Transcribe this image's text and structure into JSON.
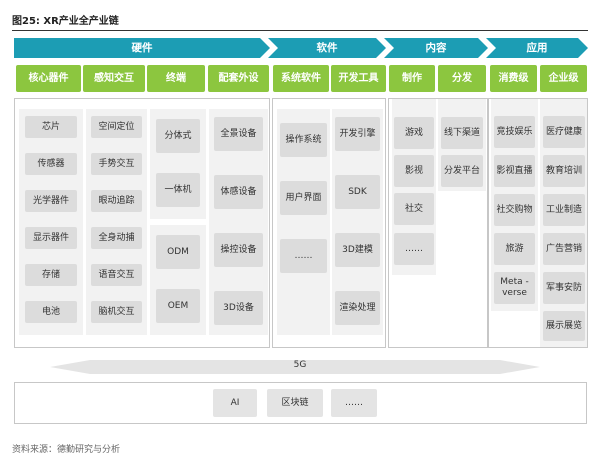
{
  "figure": {
    "title": "图25: XR产业全产业链",
    "source": "资料来源：德勤研究与分析"
  },
  "bands": [
    {
      "label": "硬件"
    },
    {
      "label": "软件"
    },
    {
      "label": "内容"
    },
    {
      "label": "应用"
    }
  ],
  "categories": [
    {
      "label": "核心器件"
    },
    {
      "label": "感知交互"
    },
    {
      "label": "终端"
    },
    {
      "label": "配套外设"
    },
    {
      "label": "系统软件"
    },
    {
      "label": "开发工具"
    },
    {
      "label": "制作"
    },
    {
      "label": "分发"
    },
    {
      "label": "消费级"
    },
    {
      "label": "企业级"
    }
  ],
  "columns": {
    "core_components": [
      "芯片",
      "传感器",
      "光学器件",
      "显示器件",
      "存储",
      "电池"
    ],
    "interaction": [
      "空间定位",
      "手势交互",
      "眼动追踪",
      "全身动捕",
      "语音交互",
      "脑机交互"
    ],
    "terminal_top": [
      "分体式",
      "一体机"
    ],
    "terminal_bottom": [
      "ODM",
      "OEM"
    ],
    "peripherals": [
      "全景设备",
      "体感设备",
      "操控设备",
      "3D设备"
    ],
    "system_software": [
      "操作系统",
      "用户界面",
      "……"
    ],
    "dev_tools": [
      "开发引擎",
      "SDK",
      "3D建模",
      "渲染处理"
    ],
    "production": [
      "游戏",
      "影视",
      "社交",
      "……"
    ],
    "distribution": [
      "线下渠道",
      "分发平台"
    ],
    "consumer": [
      "竞技娱乐",
      "影视直播",
      "社交购物",
      "旅游",
      "Meta -\nverse"
    ],
    "enterprise": [
      "医疗健康",
      "教育培训",
      "工业制造",
      "广告营销",
      "军事安防",
      "展示展览"
    ]
  },
  "network": {
    "label": "5G",
    "items": [
      "AI",
      "区块链",
      "……"
    ]
  }
}
